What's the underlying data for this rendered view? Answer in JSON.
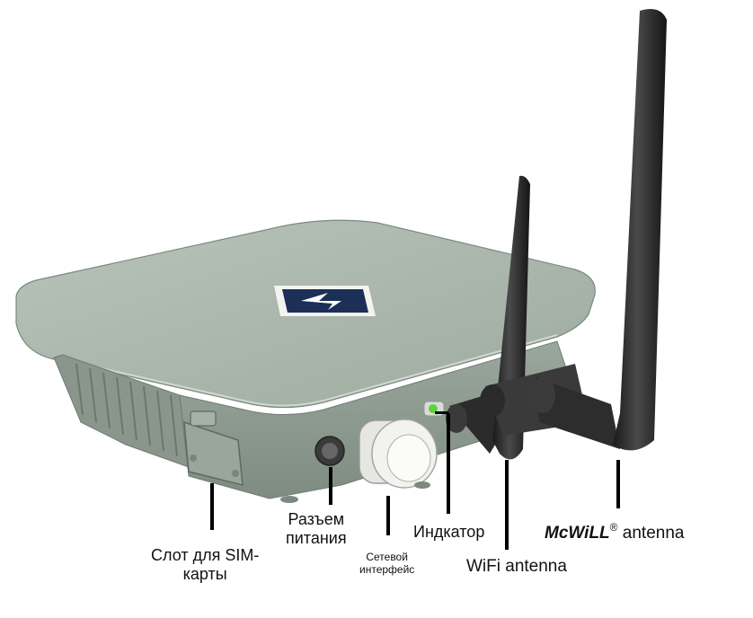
{
  "callouts": {
    "sim_slot": {
      "line1": "Слот для SIM-",
      "line2": "карты"
    },
    "power": {
      "line1": "Разъем",
      "line2": "питания"
    },
    "network": {
      "line1": "Сетевой",
      "line2": "интерфейс"
    },
    "indicator": {
      "text": "Индкатор"
    },
    "wifi": {
      "text": "WiFi antenna"
    },
    "mcwill": {
      "brand": "McWiLL",
      "reg": "®",
      "text": " antenna"
    }
  },
  "colors": {
    "housing": "#a9b5ab",
    "housing_dark": "#8d9a90",
    "antenna": "#2a2a2a",
    "logo_bg": "#1b2f57",
    "led": "#5fd13d",
    "leader": "#000000"
  }
}
